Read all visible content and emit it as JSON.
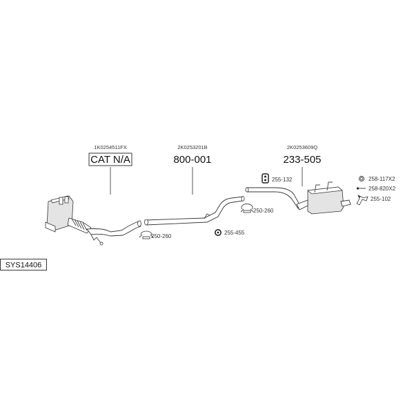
{
  "system_code": "SYS14406",
  "sections": [
    {
      "oem": "1K0254511FX",
      "part": "CAT N/A",
      "boxed": true
    },
    {
      "oem": "2K0253201B",
      "part": "800-001",
      "boxed": false
    },
    {
      "oem": "2K0253609Q",
      "part": "233-505",
      "boxed": false
    }
  ],
  "accessories": [
    {
      "label": "250-260",
      "icon": "clamp-icon"
    },
    {
      "label": "255-455",
      "icon": "rubber-hanger-icon"
    },
    {
      "label": "250-260",
      "icon": "clamp-icon"
    },
    {
      "label": "255-132",
      "icon": "rubber-mount-icon"
    },
    {
      "label": "258-117X2",
      "icon": "ring-icon"
    },
    {
      "label": "258-820X2",
      "icon": "bolt-icon"
    },
    {
      "label": "255-102",
      "icon": "bracket-icon"
    }
  ]
}
